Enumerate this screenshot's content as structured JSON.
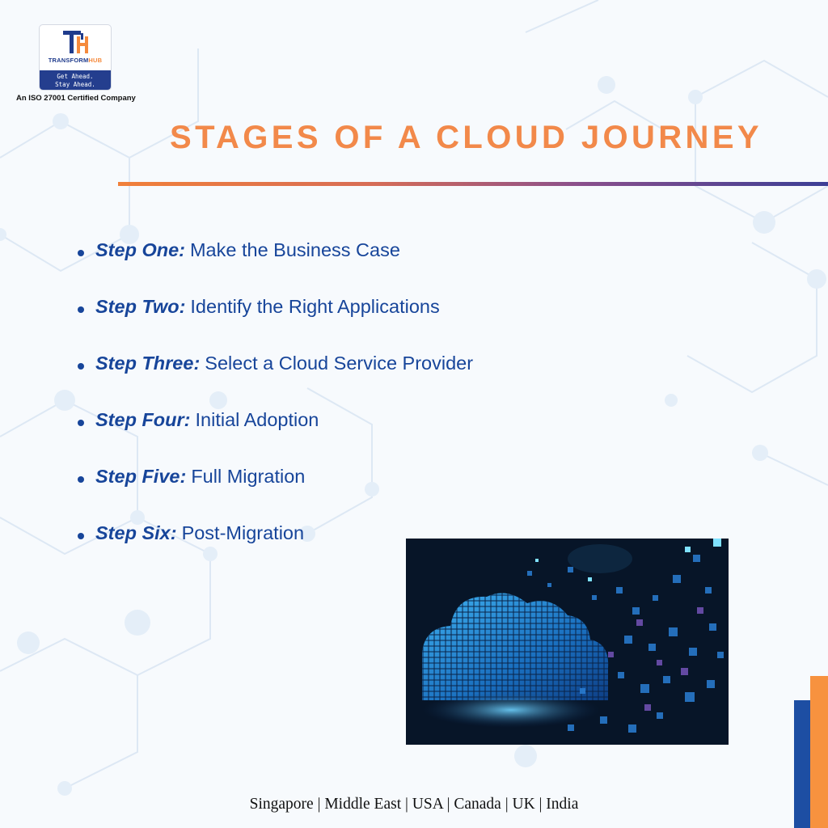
{
  "brand": {
    "name_part1": "TRANSFORM",
    "name_part2": "HUB",
    "tagline_line1": "Get Ahead.",
    "tagline_line2": "Stay Ahead.",
    "certification": "An ISO 27001 Certified Company",
    "logo_icon": "th-monogram-icon"
  },
  "title": "STAGES OF A CLOUD JOURNEY",
  "steps": [
    {
      "label": "Step One:",
      "text": "Make the Business Case"
    },
    {
      "label": "Step Two:",
      "text": "Identify the Right Applications"
    },
    {
      "label": "Step Three:",
      "text": "Select a Cloud Service Provider"
    },
    {
      "label": "Step Four:",
      "text": "Initial Adoption"
    },
    {
      "label": "Step Five:",
      "text": "Full Migration"
    },
    {
      "label": "Step Six:",
      "text": "Post-Migration"
    }
  ],
  "footer": "Singapore | Middle East | USA | Canada | UK | India",
  "colors": {
    "title": "#f2894a",
    "steps": "#17459a",
    "brand_blue": "#1d4ea3",
    "brand_orange": "#f7923f"
  }
}
